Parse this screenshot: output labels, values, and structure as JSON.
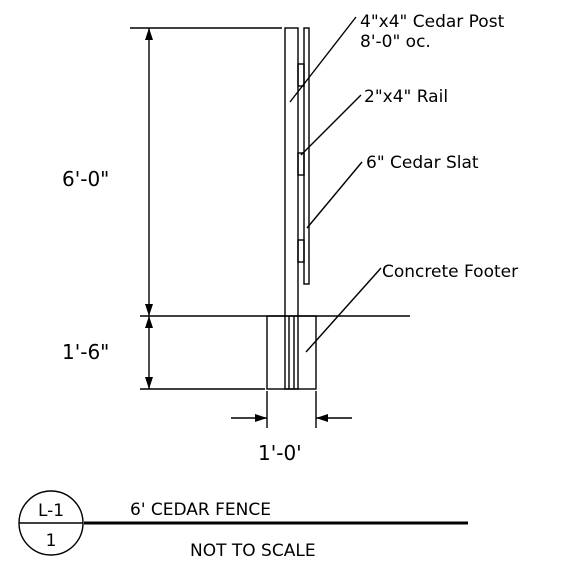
{
  "labels": {
    "post": "4\"x4\" Cedar Post",
    "post_spacing": "8'-0\" oc.",
    "rail": "2\"x4\" Rail",
    "slat": "6\" Cedar Slat",
    "footer": "Concrete Footer"
  },
  "dimensions": {
    "height": "6'-0\"",
    "footer_depth": "1'-6\"",
    "footer_width": "1'-0'"
  },
  "title_block": {
    "sheet": "L-1",
    "number": "1",
    "title": "6' CEDAR FENCE",
    "scale": "NOT TO SCALE"
  }
}
